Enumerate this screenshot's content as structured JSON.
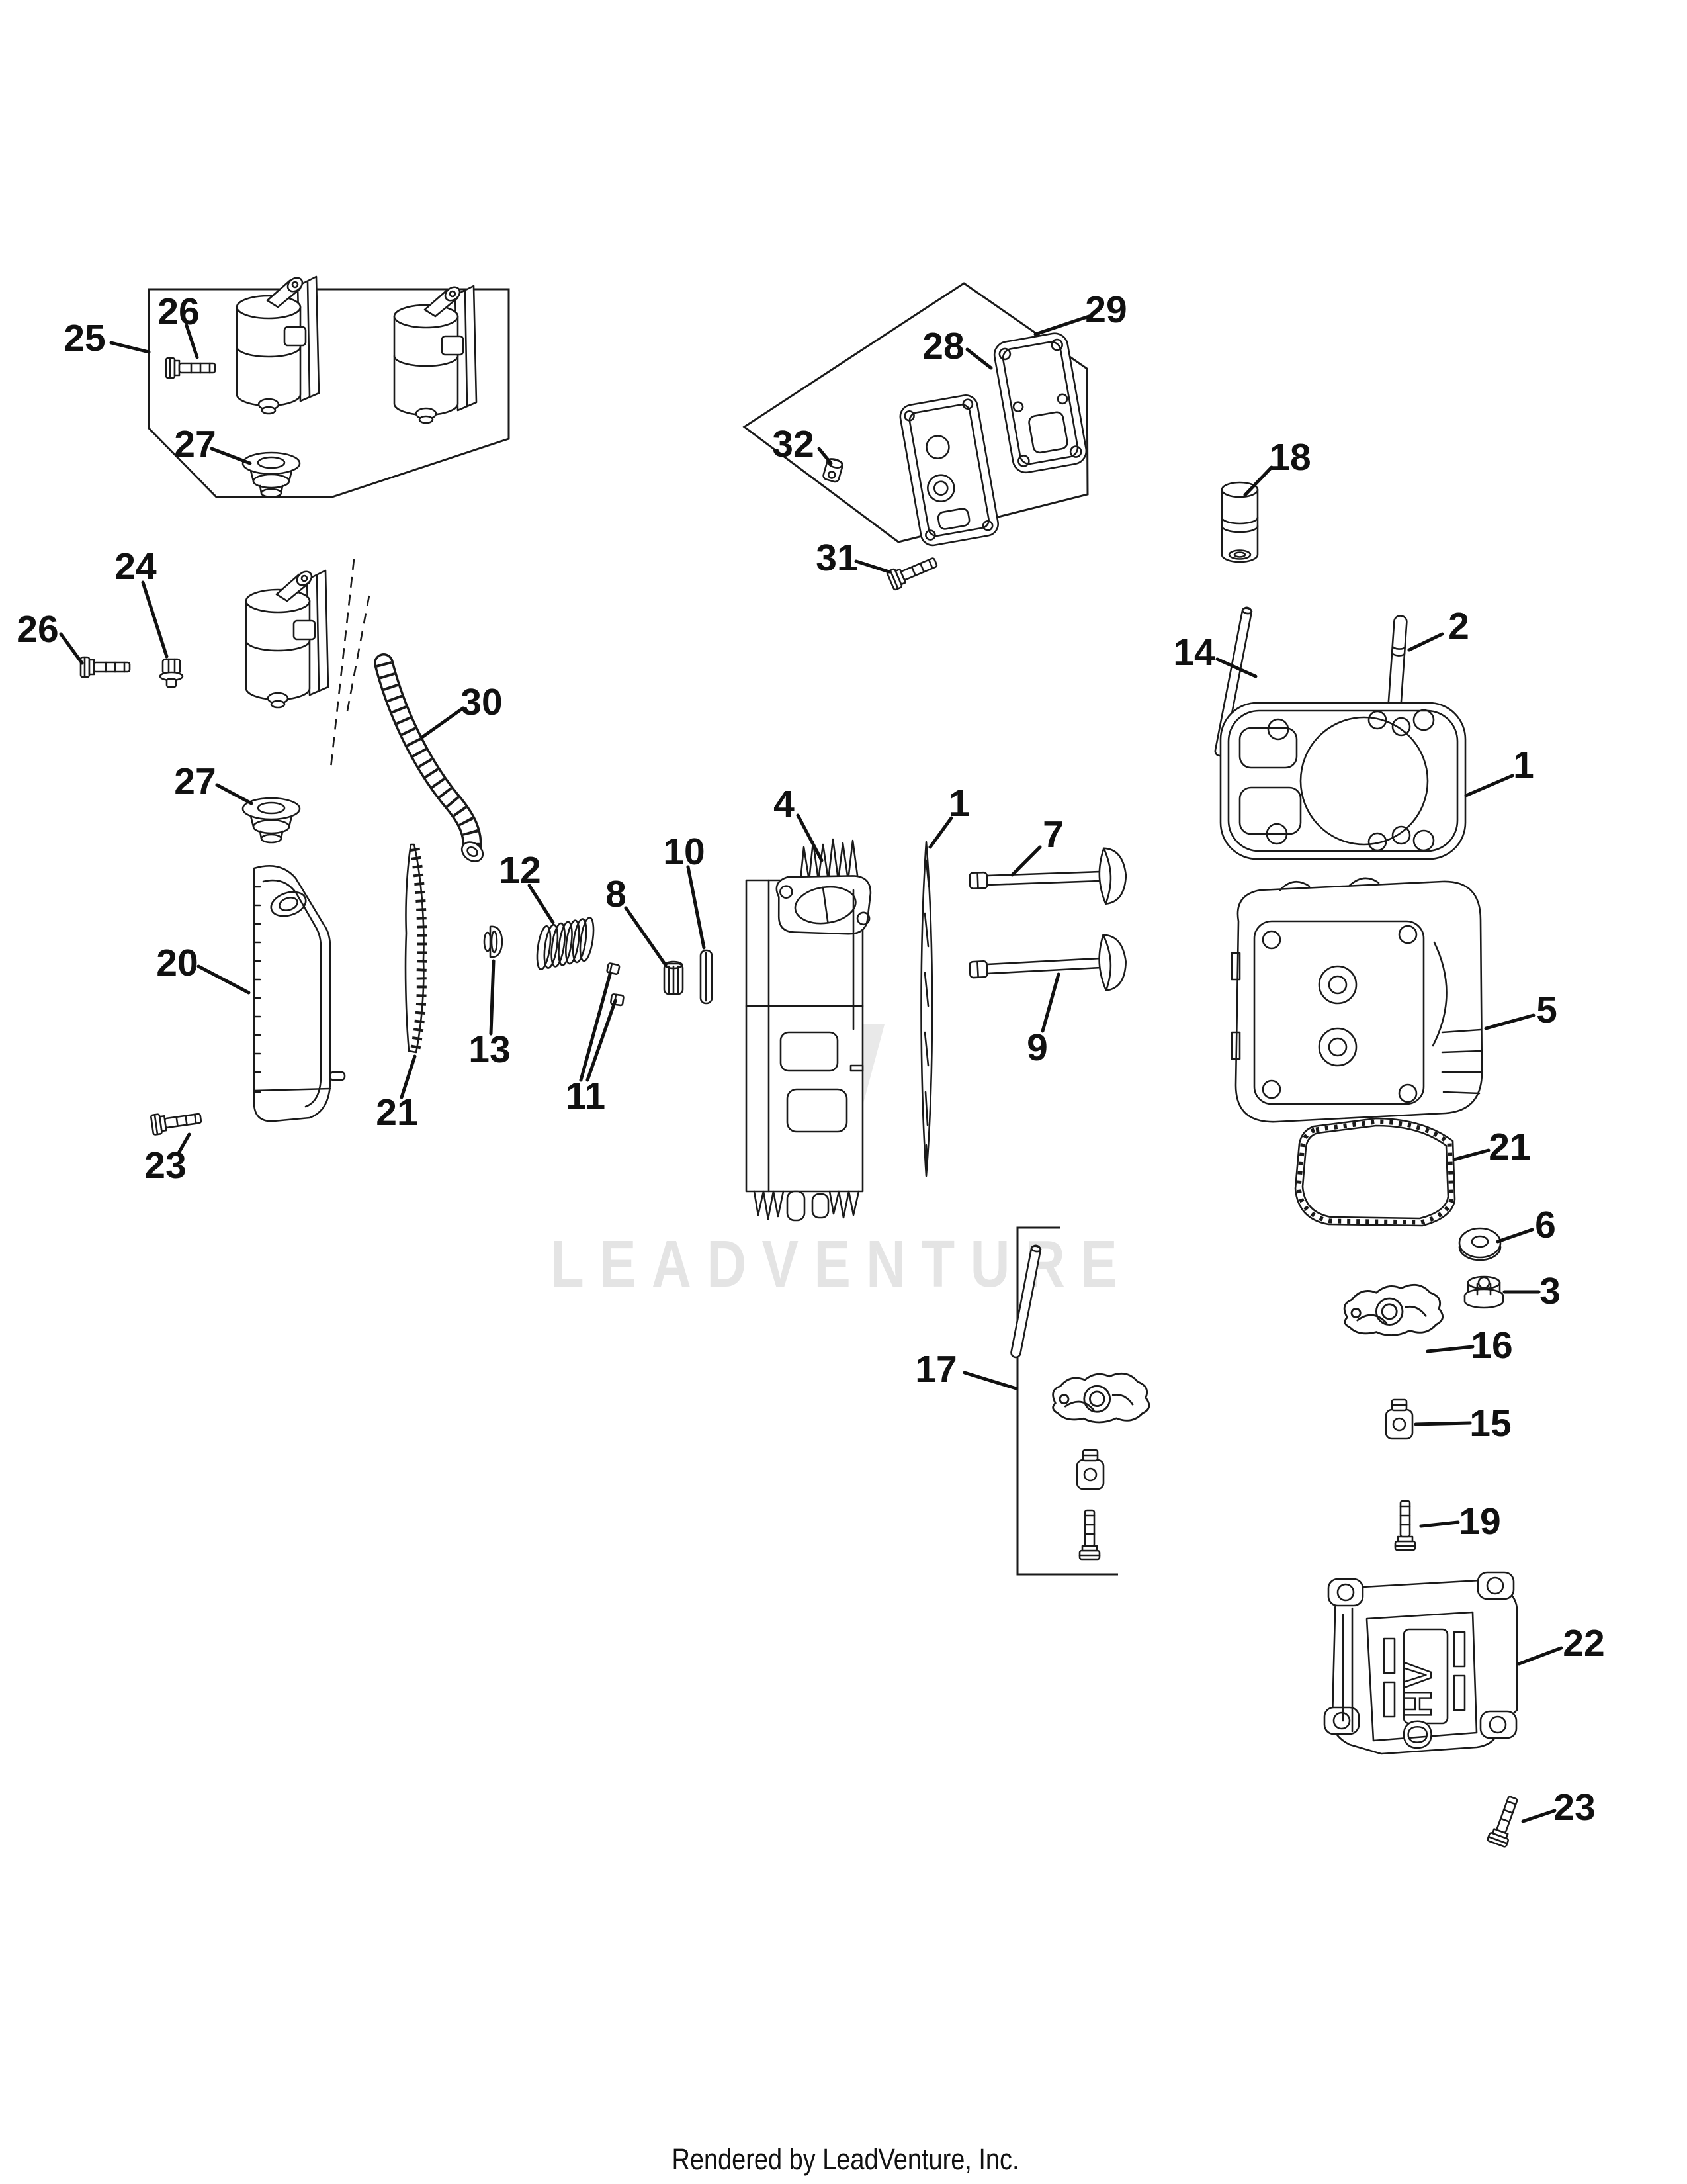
{
  "watermark": {
    "text": "LEADVENTURE"
  },
  "footer": {
    "text": "Rendered by LeadVenture, Inc."
  },
  "cover_badge": {
    "text": "OHV"
  },
  "callouts": [
    {
      "text": "25"
    },
    {
      "text": "26"
    },
    {
      "text": "27"
    },
    {
      "text": "24"
    },
    {
      "text": "26"
    },
    {
      "text": "30"
    },
    {
      "text": "27"
    },
    {
      "text": "20"
    },
    {
      "text": "23"
    },
    {
      "text": "21"
    },
    {
      "text": "13"
    },
    {
      "text": "12"
    },
    {
      "text": "11"
    },
    {
      "text": "8"
    },
    {
      "text": "10"
    },
    {
      "text": "4"
    },
    {
      "text": "1"
    },
    {
      "text": "7"
    },
    {
      "text": "9"
    },
    {
      "text": "28"
    },
    {
      "text": "29"
    },
    {
      "text": "32"
    },
    {
      "text": "31"
    },
    {
      "text": "18"
    },
    {
      "text": "14"
    },
    {
      "text": "2"
    },
    {
      "text": "1"
    },
    {
      "text": "5"
    },
    {
      "text": "21"
    },
    {
      "text": "6"
    },
    {
      "text": "3"
    },
    {
      "text": "16"
    },
    {
      "text": "15"
    },
    {
      "text": "19"
    },
    {
      "text": "22"
    },
    {
      "text": "23"
    },
    {
      "text": "17"
    }
  ]
}
